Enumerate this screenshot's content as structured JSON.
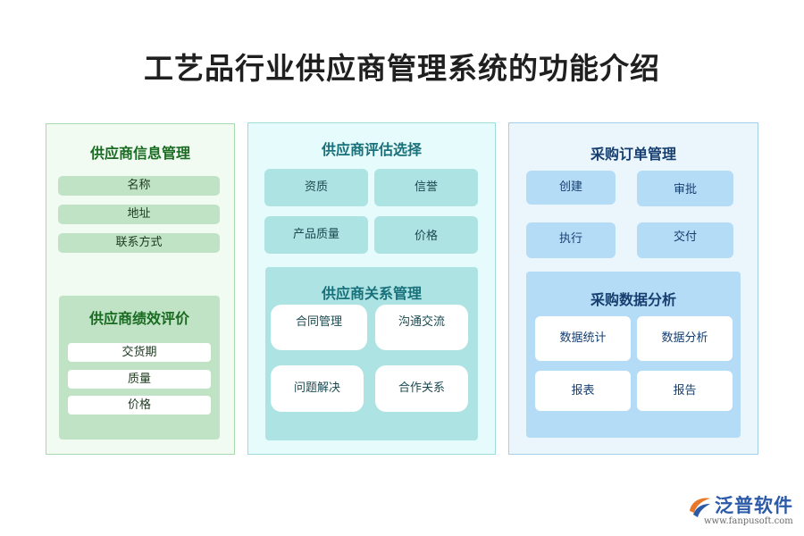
{
  "title": "工艺品行业供应商管理系统的功能介绍",
  "panel1": {
    "title": "供应商信息管理",
    "items": [
      "名称",
      "地址",
      "联系方式"
    ],
    "sub": {
      "title": "供应商绩效评价",
      "items": [
        "交货期",
        "质量",
        "价格"
      ]
    }
  },
  "panel2": {
    "title": "供应商评估选择",
    "items": [
      "资质",
      "信誉",
      "产品质量",
      "价格"
    ],
    "sub": {
      "title": "供应商关系管理",
      "items": [
        "合同管理",
        "沟通交流",
        "问题解决",
        "合作关系"
      ]
    }
  },
  "panel3": {
    "title": "采购订单管理",
    "items": [
      "创建",
      "审批",
      "执行",
      "交付"
    ],
    "sub": {
      "title": "采购数据分析",
      "items": [
        "数据统计",
        "数据分析",
        "报表",
        "报告"
      ]
    }
  },
  "logo": {
    "brand": "泛普软件",
    "url": "www.fanpusoft.com"
  },
  "colors": {
    "green_panel": "#f1fbf2",
    "green_box": "#bfe3c4",
    "teal_panel": "#e6fbfb",
    "teal_box": "#aee3e3",
    "blue_panel": "#eaf5fc",
    "blue_box": "#b4dcf6"
  }
}
